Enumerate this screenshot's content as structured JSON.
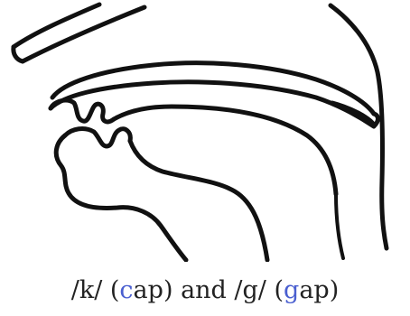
{
  "caption": {
    "k_symbol": "/k/",
    "paren_open_1": " (",
    "k_highlight": "c",
    "k_rest": "ap",
    "paren_close_1": ")",
    "and_text": " and ",
    "g_symbol": "/g/",
    "paren_open_2": " (",
    "g_highlight": "g",
    "g_rest": "ap",
    "paren_close_2": ")"
  },
  "colors": {
    "highlight": "#4a5fd0",
    "stroke": "#111111",
    "text": "#222222",
    "background": "#ffffff"
  }
}
